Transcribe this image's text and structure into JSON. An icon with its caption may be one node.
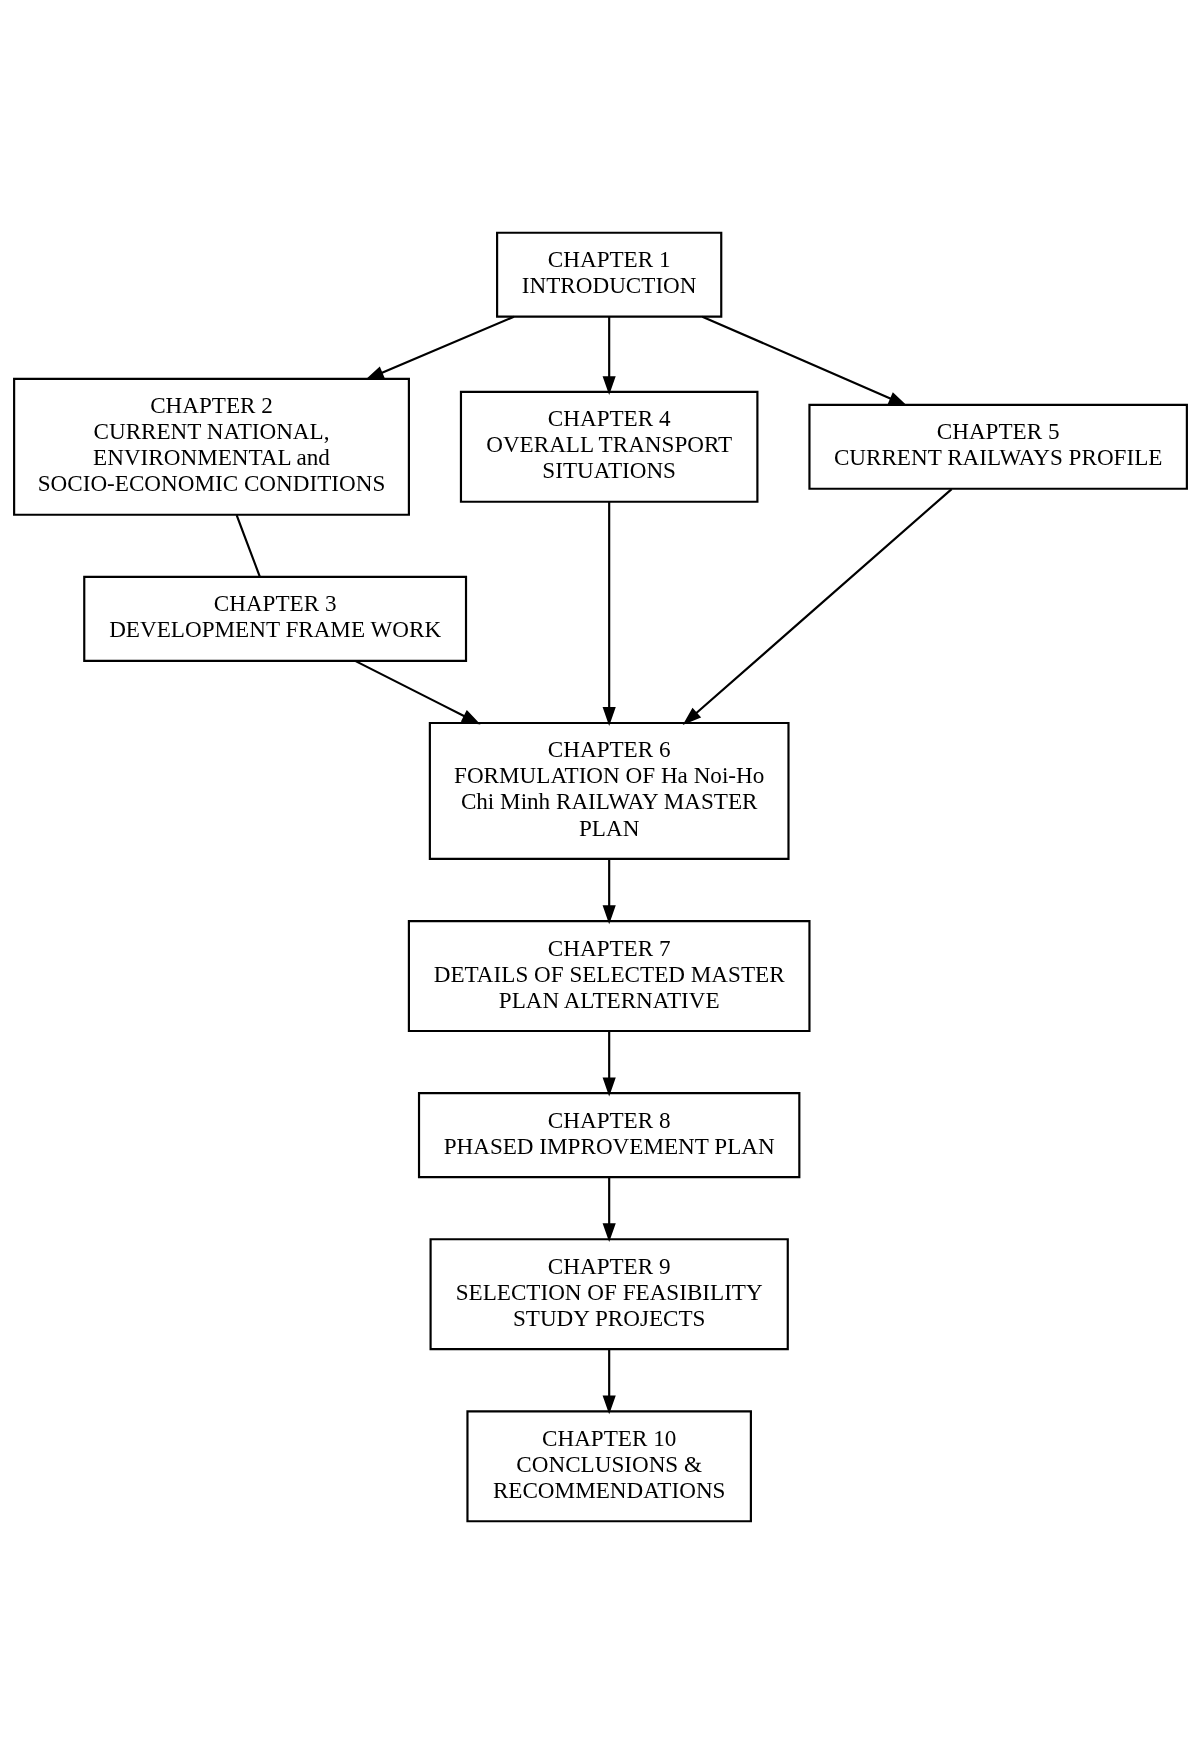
{
  "diagram": {
    "nodes": [
      {
        "text": [
          "CHAPTER 1",
          "INTRODUCTION"
        ]
      },
      {
        "text": [
          "CHAPTER 2",
          "CURRENT NATIONAL, ENVIRONMENTAL and SOCIO-ECONOMIC CONDITIONS"
        ]
      },
      {
        "text": [
          "CHAPTER 4",
          "OVERALL TRANSPORT SITUATIONS"
        ]
      },
      {
        "text": [
          "CHAPTER 5",
          "CURRENT RAILWAYS PROFILE"
        ]
      },
      {
        "text": [
          "CHAPTER 3",
          "DEVELOPMENT FRAME WORK"
        ]
      },
      {
        "text": [
          "CHAPTER 6",
          "FORMULATION OF Ha Noi-Ho Chi Minh RAILWAY MASTER PLAN"
        ]
      },
      {
        "text": [
          "CHAPTER 7",
          "DETAILS OF SELECTED MASTER PLAN ALTERNATIVE"
        ]
      },
      {
        "text": [
          "CHAPTER 8",
          "PHASED IMPROVEMENT PLAN"
        ]
      },
      {
        "text": [
          "CHAPTER 9",
          "SELECTION OF FEASIBILITY STUDY PROJECTS"
        ]
      },
      {
        "text": [
          "CHAPTER 10",
          "CONCLUSIONS & RECOMMENDATIONS"
        ]
      }
    ],
    "edges": [
      {
        "from": 0,
        "to": 1,
        "arrow": "to"
      },
      {
        "from": 0,
        "to": 2,
        "arrow": "to"
      },
      {
        "from": 0,
        "to": 3,
        "arrow": "to"
      },
      {
        "from": 1,
        "to": 4,
        "arrow": "none"
      },
      {
        "from": 4,
        "to": 5,
        "arrow": "to"
      },
      {
        "from": 2,
        "to": 5,
        "arrow": "to"
      },
      {
        "from": 3,
        "to": 5,
        "arrow": "to"
      },
      {
        "from": 5,
        "to": 6,
        "arrow": "to"
      },
      {
        "from": 6,
        "to": 7,
        "arrow": "to"
      },
      {
        "from": 7,
        "to": 8,
        "arrow": "to"
      },
      {
        "from": 8,
        "to": 9,
        "arrow": "to"
      }
    ]
  }
}
